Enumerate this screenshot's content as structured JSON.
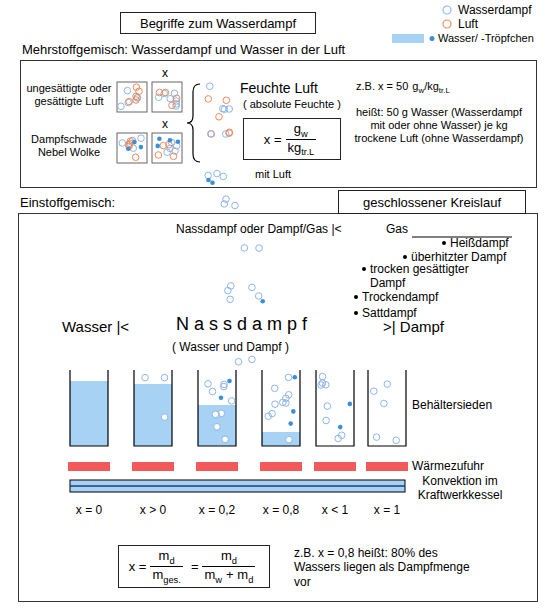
{
  "diagram": {
    "title": "Begriffe zum Wasserdampf",
    "nodes": [
      {
        "text": [
          "Mehrstoffgemisch: Wasserdampf und Wasser in der Luft"
        ]
      },
      {
        "text": [
          "x =",
          "g",
          "w",
          "kg",
          "tr.L"
        ],
        "in": 0
      },
      {
        "text": [
          "Einstoffgemisch:"
        ]
      },
      {
        "text": [
          "geschlossener Kreislauf"
        ]
      },
      {
        "text": [
          "x =",
          "m",
          "d",
          "m",
          "ges.",
          "=",
          "m",
          "d",
          "m",
          "w",
          "+ m",
          "d"
        ],
        "in": 2
      }
    ],
    "labels": [
      "x",
      "x",
      "ungesättigte oder gesättigte Luft",
      "Dampfschwade Nebel Wolke",
      "Feuchte Luft",
      "( absolute Feuchte )",
      "z.B. x = 50",
      "g",
      "w",
      "/",
      "kg",
      "tr.L",
      "heißt: 50 g Wasser (Wasserdampf mit oder ohne Wasser) je kg trockene Luft (ohne Wasserdampf)",
      "mit Luft",
      "Nassdampf oder Dampf/Gas |<",
      "Gas",
      "Heißdampf",
      "überhitzter Dampf",
      "trocken gesättigter Dampf",
      "Trockendampf",
      "Sattdampf",
      "Wasser |<",
      "N a s s d a m p f",
      ">| Dampf",
      "( Wasser und Dampf )",
      "Behältersieden",
      "Wärmezufuhr",
      "Konvektion im Kraftwerkkessel",
      "x = 0",
      "x > 0",
      "x = 0,2",
      "x = 0,8",
      "x < 1",
      "x = 1",
      "z.B. x = 0,8 heißt: 80% des Wassers liegen als Dampfmenge vor"
    ],
    "legend": [
      {
        "text": "Wasserdampf"
      },
      {
        "text": "Luft"
      },
      {
        "text": "Wasser/ -Tröpfchen"
      }
    ]
  }
}
